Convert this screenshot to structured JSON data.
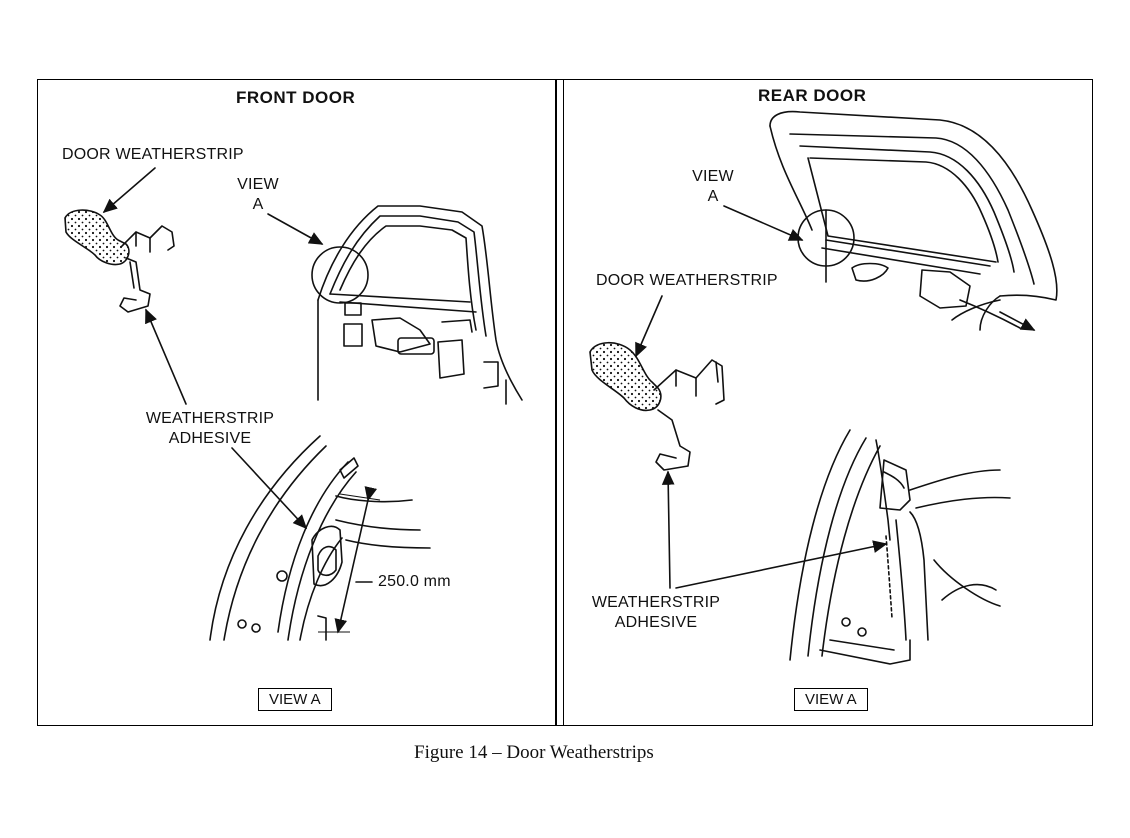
{
  "figure": {
    "caption": "Figure 14 – Door Weatherstrips"
  },
  "front_door": {
    "title": "FRONT DOOR",
    "view_a_label_line1": "VIEW",
    "view_a_label_line2": "A",
    "weatherstrip_label": "DOOR WEATHERSTRIP",
    "adhesive_line1": "WEATHERSTRIP",
    "adhesive_line2": "ADHESIVE",
    "dimension": "250.0 mm",
    "view_box": "VIEW A"
  },
  "rear_door": {
    "title": "REAR DOOR",
    "view_a_label_line1": "VIEW",
    "view_a_label_line2": "A",
    "weatherstrip_label": "DOOR WEATHERSTRIP",
    "adhesive_line1": "WEATHERSTRIP",
    "adhesive_line2": "ADHESIVE",
    "view_box": "VIEW A"
  },
  "colors": {
    "ink": "#111111",
    "paper": "#ffffff"
  }
}
